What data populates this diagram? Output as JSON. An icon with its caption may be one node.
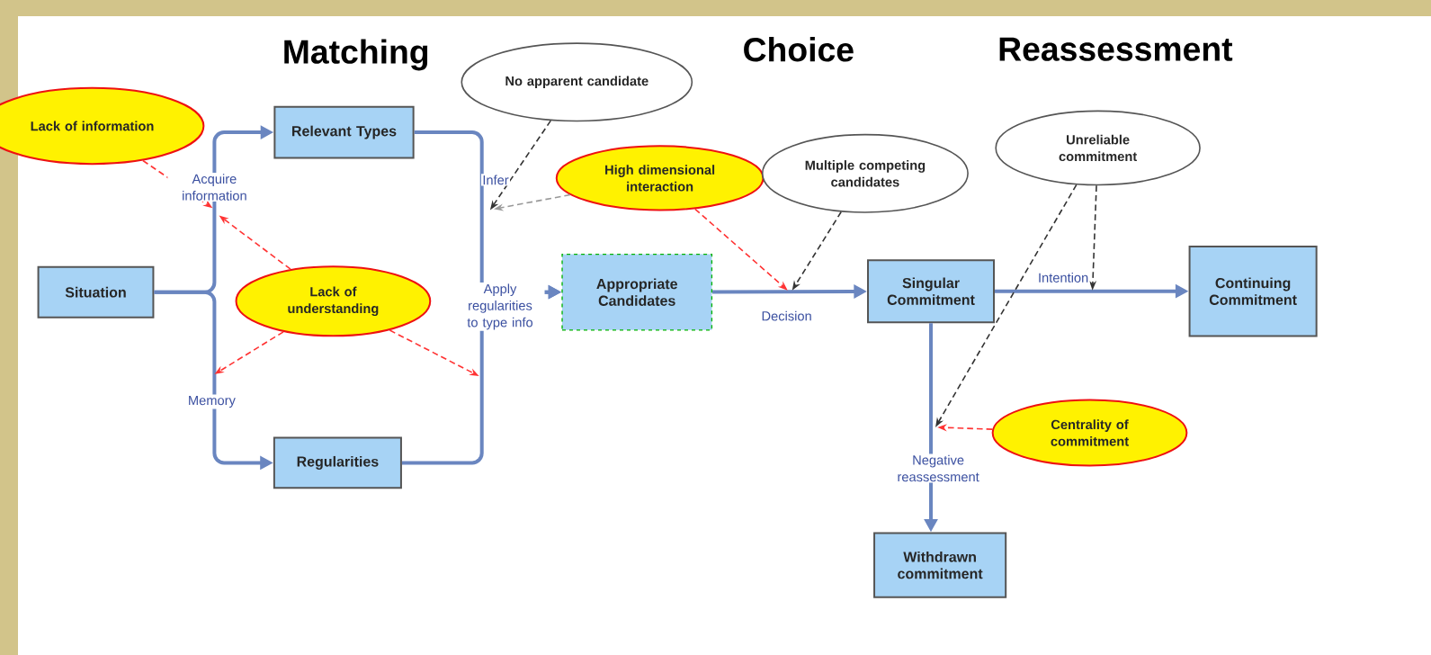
{
  "diagram": {
    "nodes": [
      {
        "text": [
          "Situation"
        ]
      },
      {
        "text": [
          "Relevant Types"
        ]
      },
      {
        "text": [
          "Regularities"
        ]
      },
      {
        "text": [
          "Appropriate Candidates"
        ]
      },
      {
        "text": [
          "Singular Commitment"
        ]
      },
      {
        "text": [
          "Continuing Commitment"
        ]
      },
      {
        "text": [
          "Withdrawn commitment"
        ]
      },
      {
        "text": [
          "Lack of information"
        ]
      },
      {
        "text": [
          "Lack of understanding"
        ]
      },
      {
        "text": [
          "High dimensional interaction"
        ]
      },
      {
        "text": [
          "Centrality of commitment"
        ]
      },
      {
        "text": [
          "No apparent candidate"
        ]
      },
      {
        "text": [
          "Multiple competing candidates"
        ]
      },
      {
        "text": [
          "Unreliable commitment"
        ]
      }
    ],
    "edges": [
      {
        "from": 0,
        "to": 1,
        "arrow": "to",
        "label": "Acquire information",
        "style": "thick"
      },
      {
        "from": 0,
        "to": 2,
        "arrow": "to",
        "label": "Memory",
        "style": "thick"
      },
      {
        "from": 1,
        "to": 3,
        "arrow": "to",
        "label": "Infer",
        "style": "thick"
      },
      {
        "from": 2,
        "to": 3,
        "arrow": "to",
        "label": "Apply regularities to type info",
        "style": "thick"
      },
      {
        "from": 3,
        "to": 4,
        "arrow": "to",
        "label": "Decision",
        "style": "thick"
      },
      {
        "from": 4,
        "to": 5,
        "arrow": "to",
        "label": "Intention",
        "style": "thick"
      },
      {
        "from": 4,
        "to": 6,
        "arrow": "to",
        "label": "Negative reassessment",
        "style": "thick"
      },
      {
        "from": 7,
        "to": null,
        "arrow": "to",
        "style": "dashed",
        "color": "#ff3333"
      },
      {
        "from": 8,
        "to": null,
        "arrow": "to",
        "style": "dashed",
        "color": "#ff3333"
      },
      {
        "from": 8,
        "to": null,
        "arrow": "to",
        "style": "dashed",
        "color": "#ff3333"
      },
      {
        "from": 8,
        "to": null,
        "arrow": "to",
        "style": "dashed",
        "color": "#ff3333"
      },
      {
        "from": 11,
        "to": null,
        "arrow": "to",
        "style": "dashed",
        "color": "#333333"
      },
      {
        "from": 9,
        "to": null,
        "arrow": "to",
        "style": "dashed",
        "color": "#999999"
      },
      {
        "from": 9,
        "to": null,
        "arrow": "to",
        "style": "dashed",
        "color": "#ff3333"
      },
      {
        "from": 12,
        "to": null,
        "arrow": "to",
        "style": "dashed",
        "color": "#333333"
      },
      {
        "from": 13,
        "to": null,
        "arrow": "to",
        "style": "dashed",
        "color": "#333333"
      },
      {
        "from": 13,
        "to": null,
        "arrow": "to",
        "style": "dashed",
        "color": "#333333"
      },
      {
        "from": 10,
        "to": null,
        "arrow": "to",
        "style": "dashed",
        "color": "#ff3333"
      }
    ],
    "labels": [
      "Matching",
      "Choice",
      "Reassessment"
    ]
  }
}
